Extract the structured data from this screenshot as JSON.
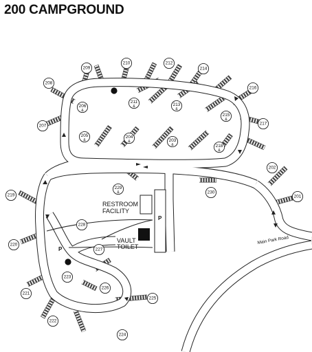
{
  "map": {
    "title": "200 CAMPGROUND",
    "facilities": {
      "restroom_line1": "RESTROOM",
      "restroom_line2": "FACILITY",
      "vault_line1": "VAULT",
      "vault_line2": "TOILET",
      "parking_glyph": "P"
    },
    "roads": {
      "main_park_road": "Main Park Road"
    },
    "accessible_mark": "&",
    "sites": [
      {
        "num": "201",
        "accessible": false
      },
      {
        "num": "202",
        "accessible": false
      },
      {
        "num": "203",
        "accessible": true
      },
      {
        "num": "204",
        "accessible": true
      },
      {
        "num": "205",
        "accessible": true
      },
      {
        "num": "206",
        "accessible": true
      },
      {
        "num": "207",
        "accessible": false
      },
      {
        "num": "208",
        "accessible": false
      },
      {
        "num": "209",
        "accessible": false
      },
      {
        "num": "210",
        "accessible": false
      },
      {
        "num": "211",
        "accessible": true
      },
      {
        "num": "212",
        "accessible": false
      },
      {
        "num": "213",
        "accessible": true
      },
      {
        "num": "214",
        "accessible": false
      },
      {
        "num": "215",
        "accessible": true
      },
      {
        "num": "216",
        "accessible": false
      },
      {
        "num": "217",
        "accessible": false
      },
      {
        "num": "218",
        "accessible": true
      },
      {
        "num": "219",
        "accessible": false
      },
      {
        "num": "220",
        "accessible": false
      },
      {
        "num": "221",
        "accessible": false
      },
      {
        "num": "222",
        "accessible": false
      },
      {
        "num": "223",
        "accessible": false
      },
      {
        "num": "224",
        "accessible": false
      },
      {
        "num": "225",
        "accessible": false
      },
      {
        "num": "226",
        "accessible": false
      },
      {
        "num": "227",
        "accessible": false
      },
      {
        "num": "228",
        "accessible": false
      },
      {
        "num": "229",
        "accessible": true
      },
      {
        "num": "230",
        "accessible": false
      }
    ]
  }
}
